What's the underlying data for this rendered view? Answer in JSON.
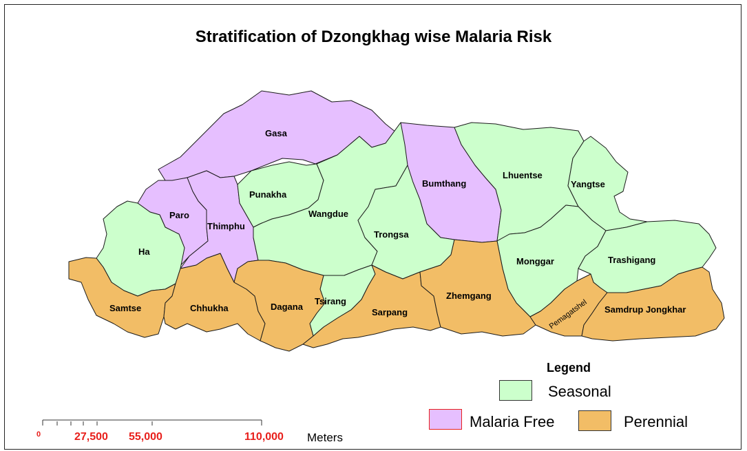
{
  "title": "Stratification of Dzongkhag wise Malaria Risk",
  "colors": {
    "seasonal": "#ccffcc",
    "malaria_free": "#e6bfff",
    "perennial": "#f2bd66",
    "border": "#1a1a1a",
    "scale_numbers": "#e8201c"
  },
  "legend": {
    "title": "Legend",
    "items": [
      {
        "label": "Seasonal",
        "class": "seasonal"
      },
      {
        "label": "Malaria Free",
        "class": "malaria_free"
      },
      {
        "label": "Perennial",
        "class": "perennial"
      }
    ]
  },
  "districts": {
    "gasa": {
      "name": "Gasa",
      "risk": "malaria_free"
    },
    "paro": {
      "name": "Paro",
      "risk": "malaria_free"
    },
    "thimphu": {
      "name": "Thimphu",
      "risk": "malaria_free"
    },
    "bumthang": {
      "name": "Bumthang",
      "risk": "malaria_free"
    },
    "ha": {
      "name": "Ha",
      "risk": "seasonal"
    },
    "punakha": {
      "name": "Punakha",
      "risk": "seasonal"
    },
    "wangdue": {
      "name": "Wangdue",
      "risk": "seasonal"
    },
    "trongsa": {
      "name": "Trongsa",
      "risk": "seasonal"
    },
    "lhuentse": {
      "name": "Lhuentse",
      "risk": "seasonal"
    },
    "yangtse": {
      "name": "Yangtse",
      "risk": "seasonal"
    },
    "monggar": {
      "name": "Monggar",
      "risk": "seasonal"
    },
    "trashigang": {
      "name": "Trashigang",
      "risk": "seasonal"
    },
    "tsirang": {
      "name": "Tsirang",
      "risk": "seasonal"
    },
    "samtse": {
      "name": "Samtse",
      "risk": "perennial"
    },
    "chhukha": {
      "name": "Chhukha",
      "risk": "perennial"
    },
    "dagana": {
      "name": "Dagana",
      "risk": "perennial"
    },
    "sarpang": {
      "name": "Sarpang",
      "risk": "perennial"
    },
    "zhemgang": {
      "name": "Zhemgang",
      "risk": "perennial"
    },
    "pemagatshel": {
      "name": "Pemagatshel",
      "risk": "perennial"
    },
    "samdrup_jongkhar": {
      "name": "Samdrup Jongkhar",
      "risk": "perennial"
    }
  },
  "scale_bar": {
    "labels": [
      "0",
      "27,500",
      "55,000",
      "110,000"
    ],
    "unit": "Meters"
  }
}
